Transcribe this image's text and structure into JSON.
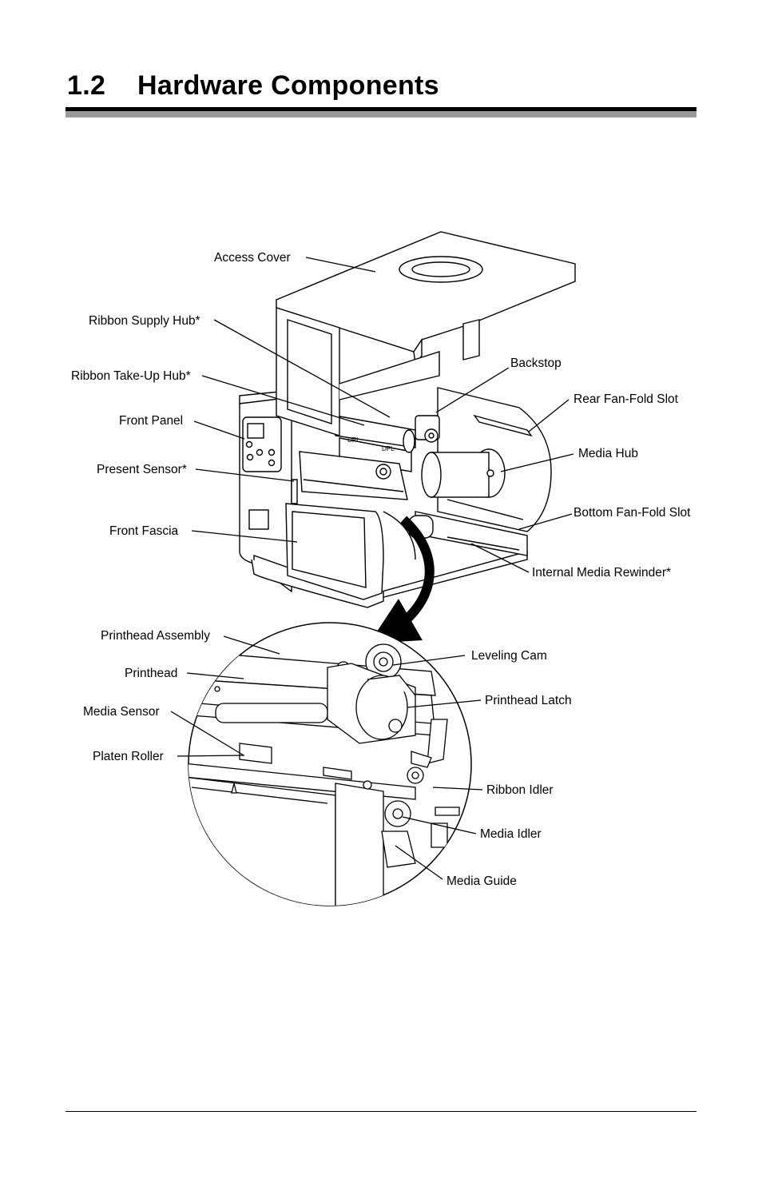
{
  "section": {
    "number": "1.2",
    "title": "Hardware Components"
  },
  "figure": {
    "callouts": {
      "access_cover": "Access Cover",
      "ribbon_supply_hub": "Ribbon Supply Hub*",
      "ribbon_take_up_hub": "Ribbon Take-Up Hub*",
      "front_panel": "Front Panel",
      "present_sensor": "Present Sensor*",
      "front_fascia": "Front Fascia",
      "backstop": "Backstop",
      "rear_fan_fold_slot": "Rear Fan-Fold Slot",
      "media_hub": "Media Hub",
      "bottom_fan_fold_slot": "Bottom Fan-Fold Slot",
      "internal_media_rewinder": "Internal Media Rewinder*",
      "printhead_assembly": "Printhead Assembly",
      "printhead": "Printhead",
      "media_sensor": "Media Sensor",
      "platen_roller": "Platen Roller",
      "leveling_cam": "Leveling Cam",
      "printhead_latch": "Printhead Latch",
      "ribbon_idler": "Ribbon Idler",
      "media_idler": "Media Idler",
      "media_guide": "Media Guide"
    },
    "printed_labels": {
      "dpl_1": "DPL",
      "dpl_2": "DPL"
    }
  }
}
